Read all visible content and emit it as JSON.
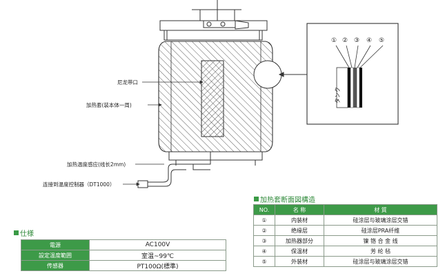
{
  "diagram": {
    "labels": {
      "nylon_belt": "尼龙带口",
      "jacket": "加热套(装本体一周)",
      "sensor": "加热温度感应(线长2mm)",
      "controller": "连接到温度控制器（DT1000）"
    },
    "detail": {
      "numbers": [
        "①",
        "②",
        "③",
        "④",
        "⑤"
      ],
      "tank_label": "タンク"
    }
  },
  "cross_section": {
    "title": "加热套断面図構造",
    "headers": [
      "NO.",
      "名 称",
      "材 質"
    ],
    "rows": [
      {
        "no": "①",
        "name": "内装材",
        "material": "硅涂层与玻璃涂层交错"
      },
      {
        "no": "②",
        "name": "绝缘层",
        "material": "硅涂层PRA纤维"
      },
      {
        "no": "③",
        "name": "加热器部分",
        "material": "镍 铬 合 金 线"
      },
      {
        "no": "④",
        "name": "保温材",
        "material": "芳 纶 毡"
      },
      {
        "no": "⑤",
        "name": "外装材",
        "material": "硅涂层与玻璃涂层交错"
      }
    ]
  },
  "specs": {
    "title": "仕様",
    "rows": [
      {
        "key": "電源",
        "value": "AC100V"
      },
      {
        "key": "設定温度範囲",
        "value": "室温~99℃"
      },
      {
        "key": "传感器",
        "value": "PT100Ω(標準)"
      }
    ]
  },
  "colors": {
    "accent": "#3d9a48",
    "title": "#2f8a3a"
  }
}
